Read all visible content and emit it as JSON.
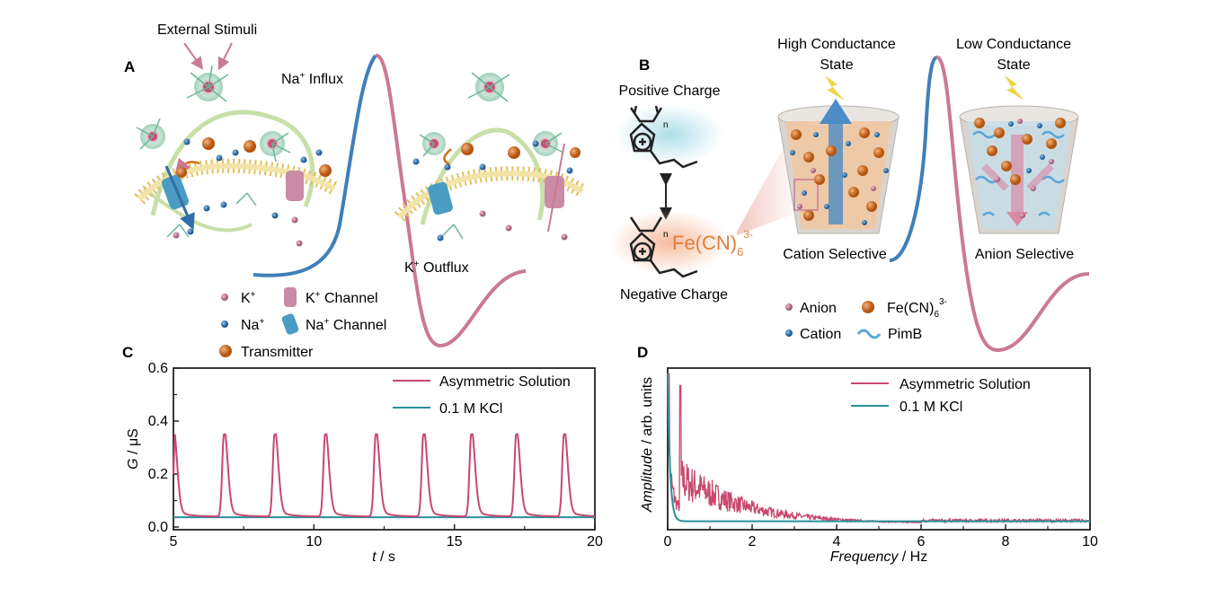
{
  "panels": {
    "A": {
      "letter": "A",
      "external_stimuli": "External Stimuli",
      "na_influx_label": "Na",
      "na_influx_sup": "+",
      "na_influx_suffix": " Influx",
      "k_outflux_label": "K",
      "k_outflux_sup": "+",
      "k_outflux_suffix": " Outflux",
      "legend": {
        "k_ion": "K",
        "k_channel": "K",
        "k_channel_suffix": " Channel",
        "na_ion": "Na",
        "na_channel": "Na",
        "na_channel_suffix": " Channel",
        "transmitter": "Transmitter",
        "sup": "+"
      },
      "colors": {
        "rise": "#3f7fb8",
        "fall": "#c97a95",
        "membrane": "#e2c05c",
        "na_channel": "#4a9cc2",
        "k_channel": "#c98ba6",
        "transmitter": "#d2701c"
      }
    },
    "B": {
      "letter": "B",
      "high_state_line1": "High Conductance",
      "high_state_line2": "State",
      "low_state_line1": "Low Conductance",
      "low_state_line2": "State",
      "positive_charge": "Positive Charge",
      "negative_charge": "Negative Charge",
      "ion_formula": "Fe(CN)",
      "ion_sub": "6",
      "ion_sup": "3-",
      "subscript_n": "n",
      "cation_selective": "Cation Selective",
      "anion_selective": "Anion Selective",
      "legend": {
        "anion": "Anion",
        "cation": "Cation",
        "fe_formula": "Fe(CN)",
        "fe_sub": "6",
        "fe_sup": "3-",
        "pimb": "PimB"
      },
      "colors": {
        "positive_glow": "#a9dde6",
        "negative_glow": "#f6b899",
        "arrow_blue": "#4d8cc4",
        "arrow_pink": "#d98aa5",
        "pore": "#d9d4cf"
      }
    },
    "C": {
      "letter": "C"
    },
    "D": {
      "letter": "D"
    }
  },
  "chart_data": [
    {
      "panel": "C",
      "type": "line",
      "xlabel": "t",
      "xlabel_unit": " / s",
      "ylabel": "G",
      "ylabel_unit": " / μS",
      "xlim": [
        5,
        20
      ],
      "ylim": [
        -0.01,
        0.6
      ],
      "xticks": [
        5,
        10,
        15,
        20
      ],
      "yticks": [
        0.0,
        0.2,
        0.4,
        0.6
      ],
      "ytick_labels": [
        "0.0",
        "0.2",
        "0.4",
        "0.6"
      ],
      "xtick_labels": [
        "5",
        "10",
        "15",
        "20"
      ],
      "legend_position": "top-right",
      "series": [
        {
          "name": "Asymmetric Solution",
          "color": "#c8486e",
          "spike_times": [
            5.0,
            6.8,
            8.6,
            10.4,
            12.2,
            13.9,
            15.6,
            17.2,
            18.9
          ],
          "peak": 0.35,
          "baseline": 0.04
        },
        {
          "name": "0.1 M KCl",
          "color": "#2a8f9a",
          "constant": 0.037
        }
      ]
    },
    {
      "panel": "D",
      "type": "line",
      "xlabel": "Frequency",
      "xlabel_unit": " / Hz",
      "ylabel": "Amplitude",
      "ylabel_unit": " / arb. units",
      "xlim": [
        0,
        10
      ],
      "xticks": [
        0,
        2,
        4,
        6,
        8,
        10
      ],
      "xtick_labels": [
        "0",
        "2",
        "4",
        "6",
        "8",
        "10"
      ],
      "legend_position": "top-right",
      "series": [
        {
          "name": "Asymmetric Solution",
          "color": "#c8486e",
          "peak_frequency": 0.3,
          "peak_amplitude": 0.92
        },
        {
          "name": "0.1 M KCl",
          "color": "#2a8f9a",
          "decay": "rapid, near 0 Hz"
        }
      ]
    }
  ]
}
